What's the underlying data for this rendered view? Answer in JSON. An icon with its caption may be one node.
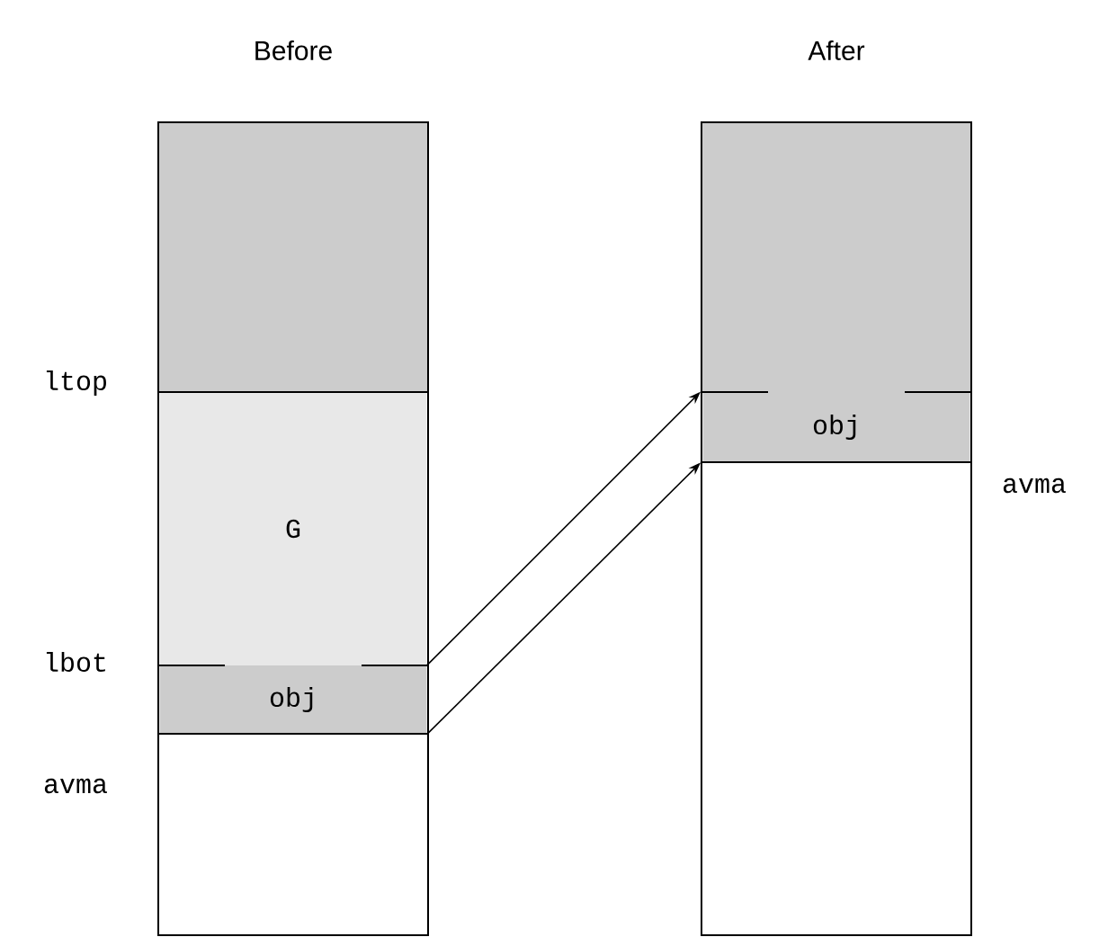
{
  "diagram": {
    "nodes": [
      {
        "text": [
          "Before"
        ]
      },
      {
        "text": [
          "G"
        ],
        "in": 0
      },
      {
        "text": [
          "obj"
        ],
        "in": 0
      },
      {
        "text": [
          "After"
        ]
      },
      {
        "text": [
          "obj"
        ],
        "in": 3
      }
    ],
    "edges": [
      {
        "from": 2,
        "to": 4,
        "arrow": "to"
      },
      {
        "from": 2,
        "to": 4,
        "arrow": "to"
      }
    ],
    "labels": [
      "ltop",
      "lbot",
      "avma",
      "avma"
    ]
  }
}
